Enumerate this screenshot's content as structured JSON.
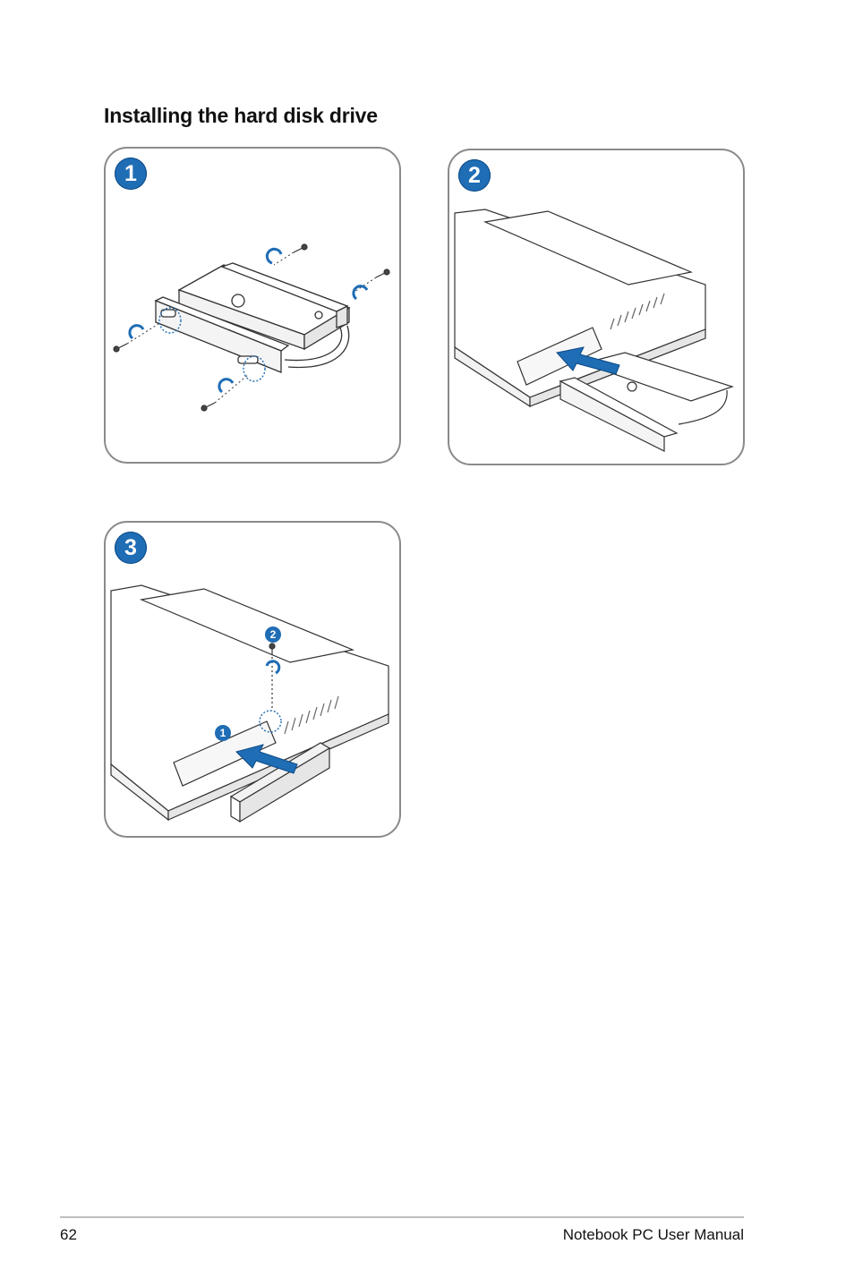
{
  "heading": "Installing the hard disk drive",
  "steps": [
    {
      "number": "1"
    },
    {
      "number": "2"
    },
    {
      "number": "3",
      "sub_steps": [
        "1",
        "2"
      ]
    }
  ],
  "footer": {
    "page_number": "62",
    "manual_title": "Notebook PC User Manual"
  },
  "colors": {
    "accent_blue": "#1f6db5",
    "panel_border": "#8a8a8a",
    "line_art": "#333333"
  }
}
